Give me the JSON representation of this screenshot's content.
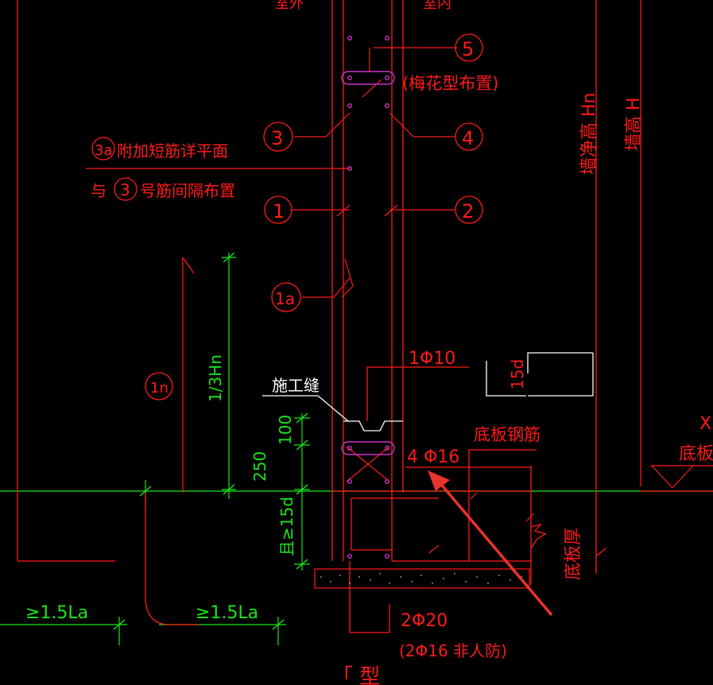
{
  "colors": {
    "background": "#000000",
    "red": "#ff1a1a",
    "green": "#19e619",
    "white": "#ffffff",
    "magenta": "#cc33cc",
    "arrow": "#e8332e"
  },
  "top_labels": {
    "outside": "室外",
    "inside": "室内"
  },
  "markers": {
    "m5": "5",
    "m3": "3",
    "m4": "4",
    "m1": "1",
    "m2": "2",
    "m1a": "1a",
    "m3a": "3a",
    "m3b": "3",
    "m1n": "1n"
  },
  "notes": {
    "plum_layout": "(梅花型布置)",
    "extra_short_bar_a": "附加短筋详平面",
    "extra_short_bar_b_prefix": "与",
    "extra_short_bar_b_suffix": "号筋间隔布置",
    "construction_joint": "施工缝",
    "bottom_slab_rebar": "底板钢筋",
    "bottom_slab_thickness": "底板厚",
    "wall_net_height": "墙净高 Hn",
    "wall_height": "墙高 H",
    "right_cut": "底板",
    "right_x": "X",
    "bottom_title": "「 型"
  },
  "rebar": {
    "stirrup": "1Φ10",
    "top_bars": "4 Φ16",
    "bottom_bars": "2Φ20",
    "bottom_bars_alt": "(2Φ16 非人防)"
  },
  "dims": {
    "one_third_hn": "1/3Hn",
    "d100": "100",
    "d250": "250",
    "embed": "且≥15d",
    "anchor_left": "≥1.5La",
    "anchor_right": "≥1.5La",
    "hook": "15d"
  }
}
